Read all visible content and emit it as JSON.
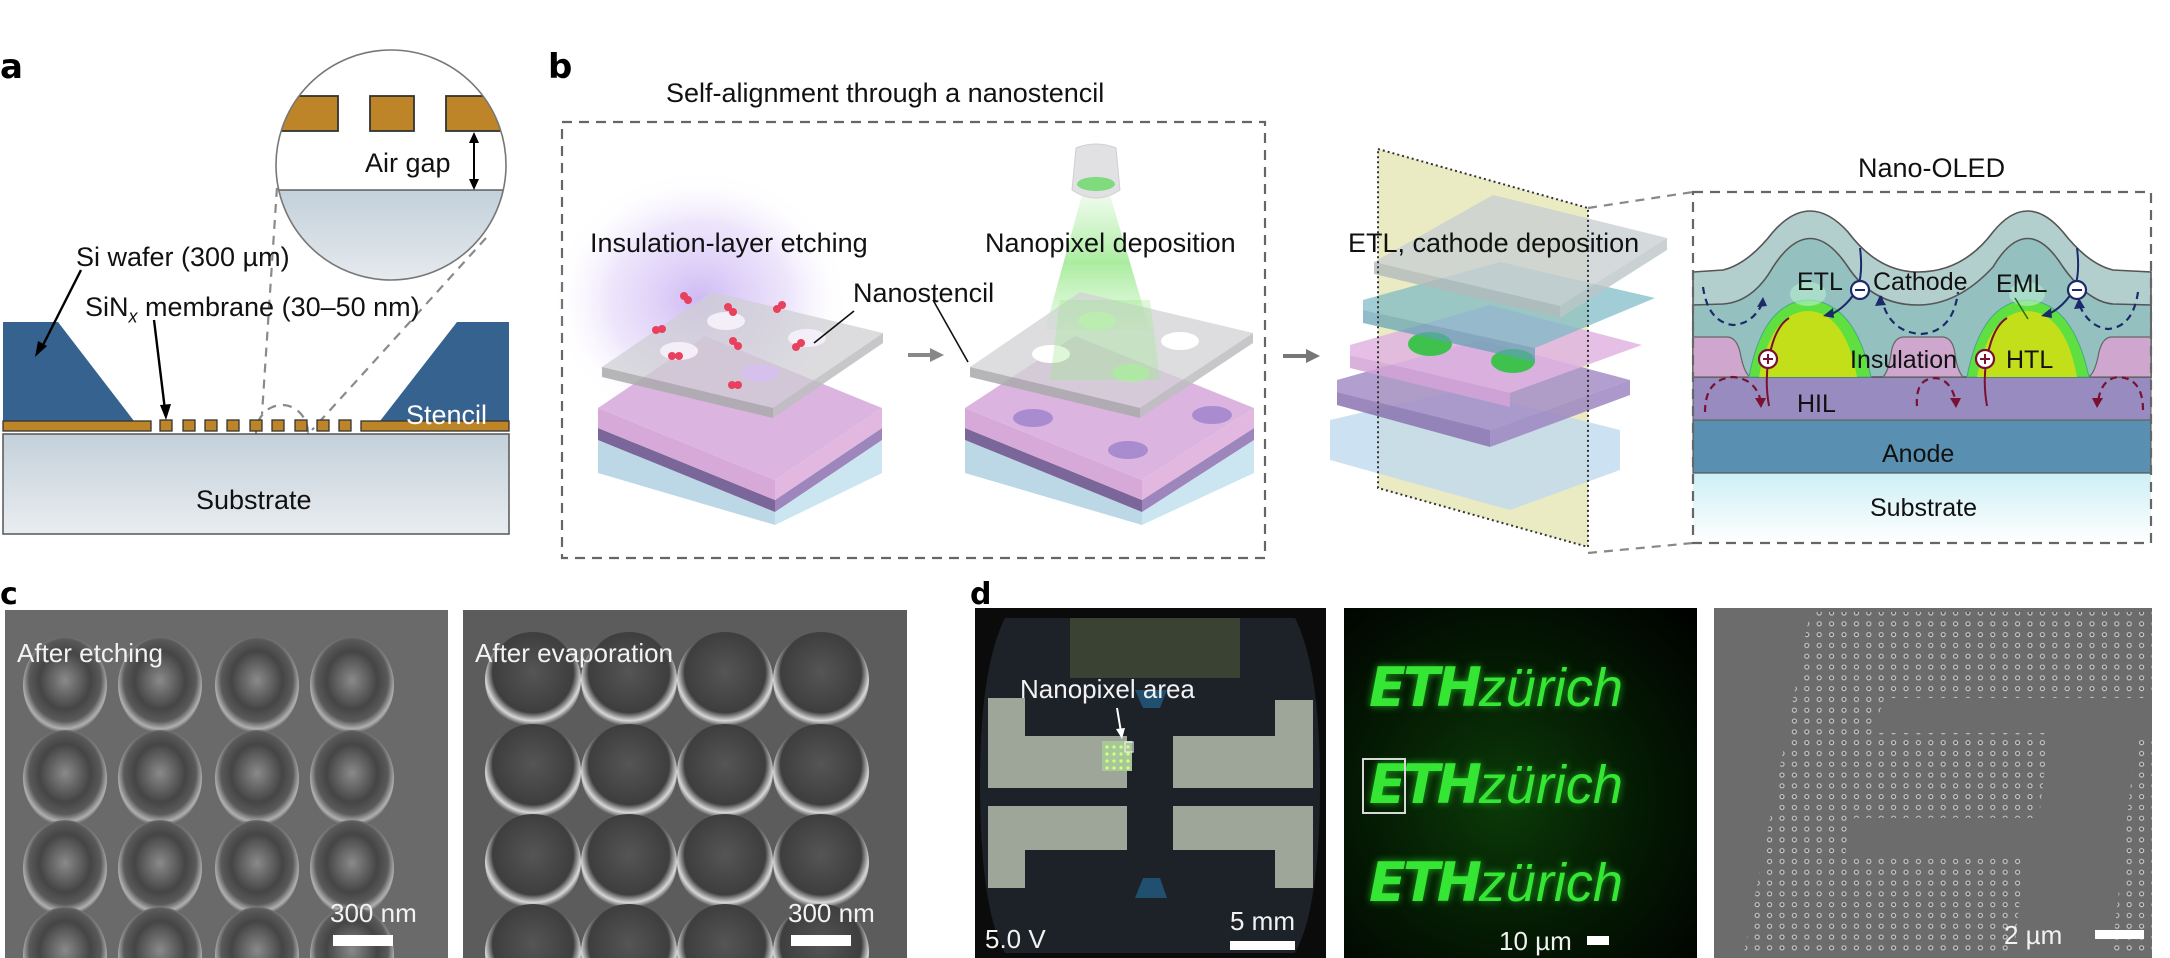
{
  "figure": {
    "panels": {
      "a": {
        "label": "a",
        "inset_label": "Air gap",
        "annotations": {
          "si_wafer": "Si wafer (300 µm)",
          "sinx_prefix": "SiN",
          "sinx_sub": "x",
          "sinx_suffix": " membrane (30–50 nm)",
          "stencil": "Stencil",
          "substrate": "Substrate"
        },
        "colors": {
          "stencil": "#35628f",
          "membrane": "#bd8527",
          "substrate": "#c6d3dc",
          "outline": "#333333"
        }
      },
      "b": {
        "label": "b",
        "title": "Self-alignment through a nanostencil",
        "steps": [
          {
            "label": "Insulation-layer etching"
          },
          {
            "label": "Nanopixel deposition"
          },
          {
            "label": "ETL, cathode deposition"
          }
        ],
        "nanostencil_label": "Nanostencil",
        "cross_section": {
          "title": "Nano-OLED",
          "layers": {
            "etl": "ETL",
            "cathode": "Cathode",
            "eml": "EML",
            "insulation": "Insulation",
            "htl": "HTL",
            "hil": "HIL",
            "anode": "Anode",
            "substrate": "Substrate"
          },
          "charges": {
            "electron": "−",
            "hole": "+"
          },
          "colors": {
            "cathode": "#b3cfcd",
            "etl": "#94c1c0",
            "insulation": "#cfa6cd",
            "htl": "#c2df1a",
            "eml": "#5fe040",
            "hil": "#978bc0",
            "anode": "#598fb0",
            "substrate_top": "#d2f1f6",
            "electron_path": "#1c2a6b",
            "hole_path": "#7a1130"
          }
        }
      },
      "c": {
        "label": "c",
        "images": [
          {
            "caption": "After etching",
            "scale_bar": "300 nm"
          },
          {
            "caption": "After evaporation",
            "scale_bar": "300 nm"
          }
        ]
      },
      "d": {
        "label": "d",
        "images": [
          {
            "annotation": "Nanopixel area",
            "voltage": "5.0 V",
            "scale_bar": "5 mm"
          },
          {
            "logo_bold": "ETH",
            "logo_light": "zürich",
            "rows": 3,
            "scale_bar": "10 µm"
          },
          {
            "scale_bar": "2 µm"
          }
        ]
      }
    }
  }
}
